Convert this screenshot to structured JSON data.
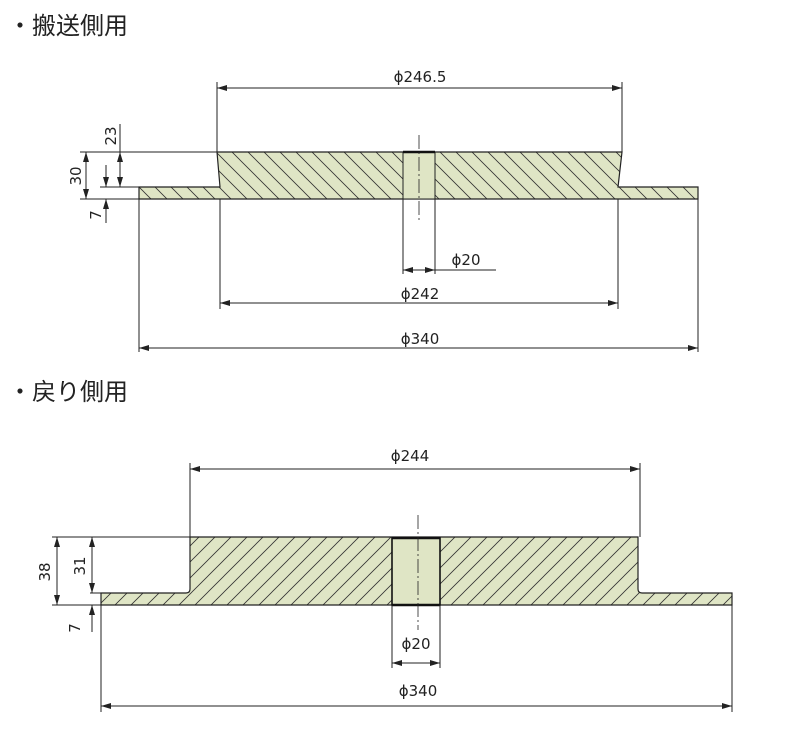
{
  "sections": [
    {
      "heading": "・搬送側用",
      "dims": {
        "top_diameter": "ϕ246.5",
        "bore_diameter": "ϕ20",
        "hub_bottom_diameter": "ϕ242",
        "outer_diameter": "ϕ340",
        "total_height": "30",
        "hub_height": "23",
        "flange_thickness": "7"
      }
    },
    {
      "heading": "・戻り側用",
      "dims": {
        "top_diameter": "ϕ244",
        "bore_diameter": "ϕ20",
        "outer_diameter": "ϕ340",
        "total_height": "38",
        "hub_height": "31",
        "flange_thickness": "7"
      }
    }
  ],
  "colors": {
    "fill": "#dfe5c5",
    "line": "#222222"
  }
}
